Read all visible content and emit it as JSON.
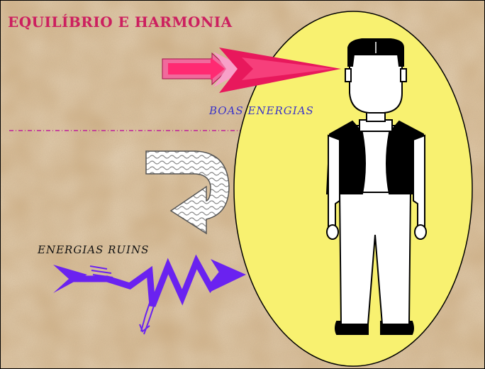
{
  "title": "EQUILÍBRIO E HARMONIA",
  "labels": {
    "good_energy": "BOAS ENERGIAS",
    "bad_energy": "ENERGIAS RUINS"
  },
  "colors": {
    "background": "#cfae82",
    "aura": "#f8f170",
    "title": "#cc1f5f",
    "good_arrow": "#e8185c",
    "good_label": "#3a34c8",
    "bad_arrow": "#6a22f0",
    "divider": "#c0209a"
  },
  "icons": [
    "pink-arrow-icon",
    "curved-return-arrow-icon",
    "zigzag-arrow-icon",
    "person-figure-icon"
  ]
}
